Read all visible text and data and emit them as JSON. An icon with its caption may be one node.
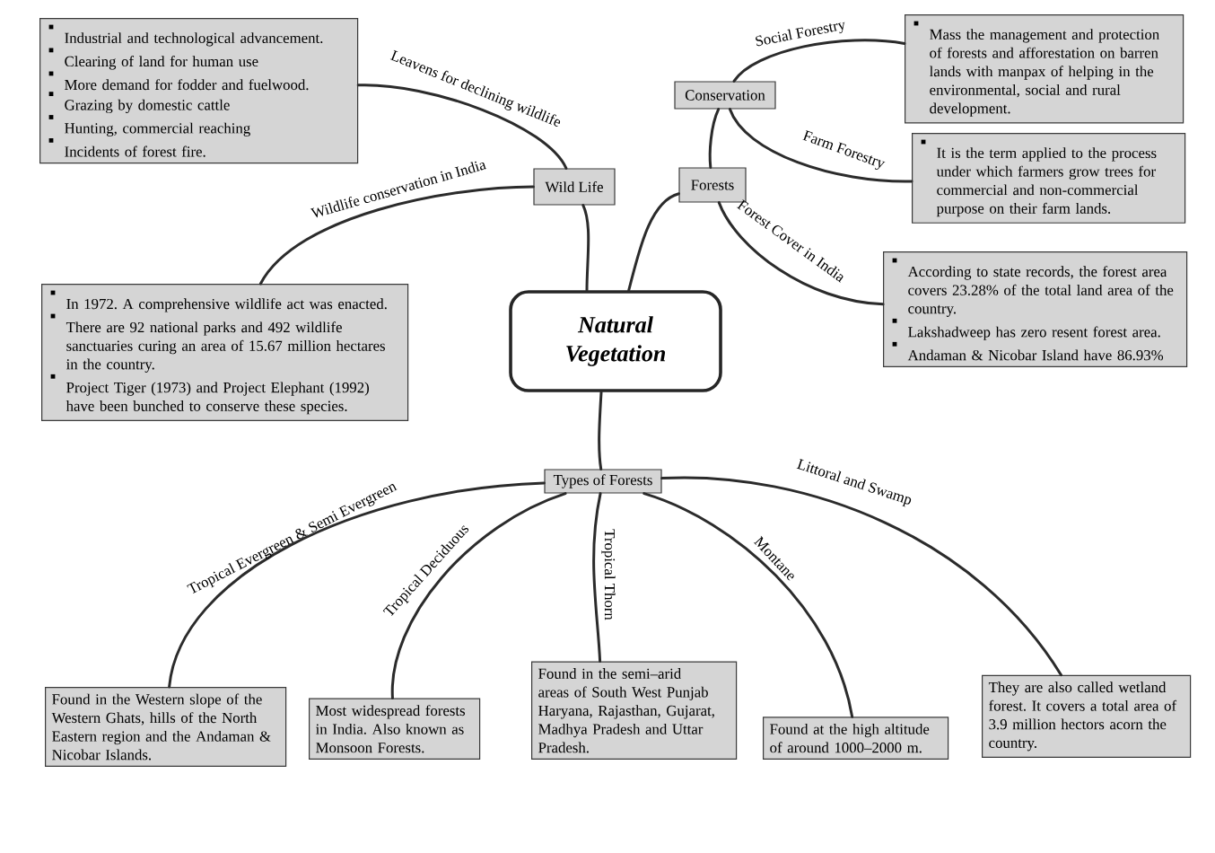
{
  "diagram": {
    "nodes": [
      {
        "text": [
          "Industrial and technological advancement.",
          "Clearing of land for human use",
          "More demand for fodder and fuelwood.",
          "Grazing by domestic cattle",
          "Hunting, commercial reaching",
          "Incidents of forest fire."
        ]
      },
      {
        "text": [
          "Conservation"
        ]
      },
      {
        "text": [
          "Mass the management and protection of forests and afforestation on barren lands with manpax of helping in the environmental, social and rural development."
        ]
      },
      {
        "text": [
          "It is the term applied to the process under which farmers grow trees for commercial and non-commercial purpose on their farm lands."
        ]
      },
      {
        "text": [
          "Wild Life"
        ]
      },
      {
        "text": [
          "Forests"
        ]
      },
      {
        "text": [
          "Natural Vegetation"
        ]
      },
      {
        "text": [
          "According to state records, the forest area covers 23.28% of the total land area of the country.",
          "Lakshadweep has zero resent forest area.",
          "Andaman & Nicobar Island have 86.93%"
        ]
      },
      {
        "text": [
          "In 1972. A comprehensive wildlife act was enacted.",
          "There are 92 national parks and 492 wildlife sanctuaries curing an area of 15.67 million hectares in the country.",
          "Project Tiger (1973) and Project Elephant (1992) have been bunched to conserve these species."
        ]
      },
      {
        "text": [
          "Types of Forests"
        ]
      },
      {
        "text": [
          "Found in the Western slope of the Western Ghats, hills of the North Eastern region and the Andaman & Nicobar Islands."
        ]
      },
      {
        "text": [
          "Most widespread forests in India. Also known as Monsoon Forests."
        ]
      },
      {
        "text": [
          "Found in the semi–arid areas of South West Punjab Haryana, Rajasthan, Gujarat, Madhya Pradesh and Uttar Pradesh."
        ]
      },
      {
        "text": [
          "Found at the high altitude of around 1000–2000 m."
        ]
      },
      {
        "text": [
          "They are also called wetland forest. It covers a total area of 3.9 million hectors acorn the country."
        ]
      }
    ],
    "edges": [
      {
        "from": 4,
        "to": 0,
        "arrow": "none",
        "label": "Leavens for declining wildlife"
      },
      {
        "from": 4,
        "to": 8,
        "arrow": "none",
        "label": "Wildlife conservation in India"
      },
      {
        "from": 6,
        "to": 4,
        "arrow": "none"
      },
      {
        "from": 6,
        "to": 5,
        "arrow": "none"
      },
      {
        "from": 5,
        "to": 1,
        "arrow": "none"
      },
      {
        "from": 1,
        "to": 2,
        "arrow": "none",
        "label": "Social Forestry"
      },
      {
        "from": 1,
        "to": 3,
        "arrow": "none",
        "label": "Farm Forestry"
      },
      {
        "from": 5,
        "to": 7,
        "arrow": "none",
        "label": "Forest Cover in India"
      },
      {
        "from": 6,
        "to": 9,
        "arrow": "none"
      },
      {
        "from": 9,
        "to": 10,
        "arrow": "none",
        "label": "Tropical Evergreen & Semi Evergreen"
      },
      {
        "from": 9,
        "to": 11,
        "arrow": "none",
        "label": "Tropical Deciduous"
      },
      {
        "from": 9,
        "to": 12,
        "arrow": "none",
        "label": "Tropical Thorn"
      },
      {
        "from": 9,
        "to": 13,
        "arrow": "none",
        "label": "Montane"
      },
      {
        "from": 9,
        "to": 14,
        "arrow": "none",
        "label": "Littoral and Swamp"
      }
    ]
  }
}
